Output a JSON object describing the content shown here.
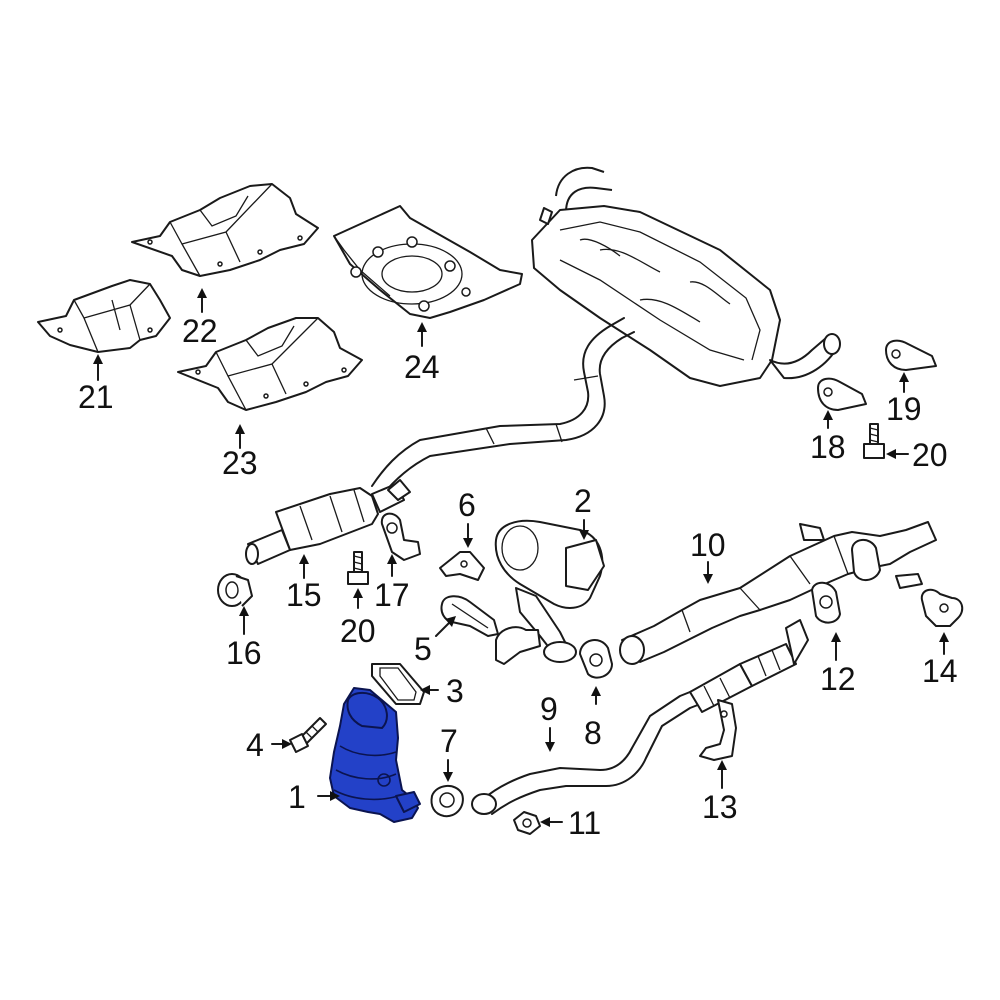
{
  "diagram": {
    "callouts": [
      {
        "id": "c1",
        "text": "1"
      },
      {
        "id": "c2",
        "text": "2"
      },
      {
        "id": "c3",
        "text": "3"
      },
      {
        "id": "c4",
        "text": "4"
      },
      {
        "id": "c5",
        "text": "5"
      },
      {
        "id": "c6",
        "text": "6"
      },
      {
        "id": "c7",
        "text": "7"
      },
      {
        "id": "c8",
        "text": "8"
      },
      {
        "id": "c9",
        "text": "9"
      },
      {
        "id": "c10",
        "text": "10"
      },
      {
        "id": "c11",
        "text": "11"
      },
      {
        "id": "c12",
        "text": "12"
      },
      {
        "id": "c13",
        "text": "13"
      },
      {
        "id": "c14",
        "text": "14"
      },
      {
        "id": "c15",
        "text": "15"
      },
      {
        "id": "c16",
        "text": "16"
      },
      {
        "id": "c17",
        "text": "17"
      },
      {
        "id": "c18",
        "text": "18"
      },
      {
        "id": "c19",
        "text": "19"
      },
      {
        "id": "c20a",
        "text": "20"
      },
      {
        "id": "c20b",
        "text": "20"
      },
      {
        "id": "c21",
        "text": "21"
      },
      {
        "id": "c22",
        "text": "22"
      },
      {
        "id": "c23",
        "text": "23"
      },
      {
        "id": "c24",
        "text": "24"
      }
    ],
    "colors": {
      "highlight": "#2341c8",
      "line": "#1a1a1a",
      "background": "#ffffff"
    }
  }
}
